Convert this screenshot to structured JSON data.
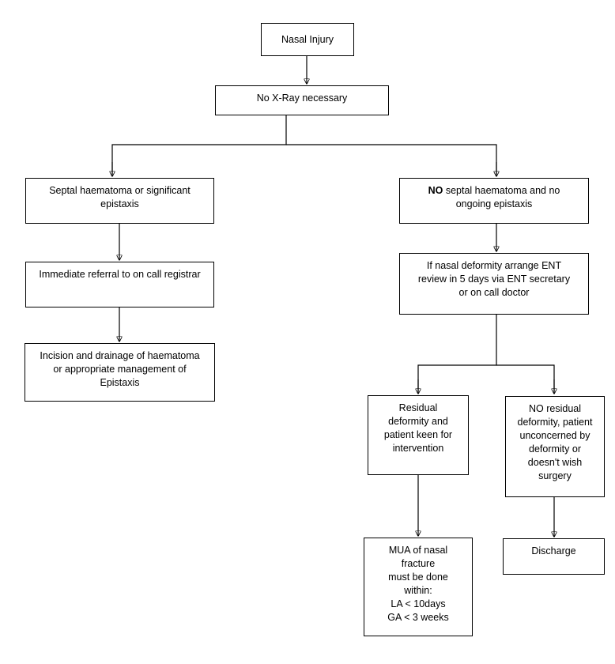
{
  "diagram": {
    "title": "Nasal Injury Management Pathway",
    "background_color": "#ffffff",
    "line_color": "#000000",
    "text_color": "#000000"
  },
  "nodes": {
    "nasal_injury": "Nasal Injury",
    "no_xray": "No X-Ray necessary",
    "septal_haematoma": "Septal haematoma or significant\nepistaxis",
    "immediate_referral": "Immediate referral to on call registrar",
    "incision_drainage": "Incision and drainage of haematoma\nor appropriate management of\nEpistaxis",
    "no_septal_prefix": "NO",
    "no_septal_rest": " septal haematoma and no\nongoing epistaxis",
    "ent_review": "If nasal deformity arrange ENT\nreview in 5 days via ENT secretary\nor on call doctor",
    "residual_deformity": "Residual\ndeformity and\npatient keen for\nintervention",
    "no_residual_deformity": "NO residual\ndeformity, patient\nunconcerned by\ndeformity or\ndoesn't wish\nsurgery",
    "mua_fracture": "MUA of nasal\nfracture\nmust be done\nwithin:\nLA < 10days\nGA < 3 weeks",
    "discharge": "Discharge"
  }
}
